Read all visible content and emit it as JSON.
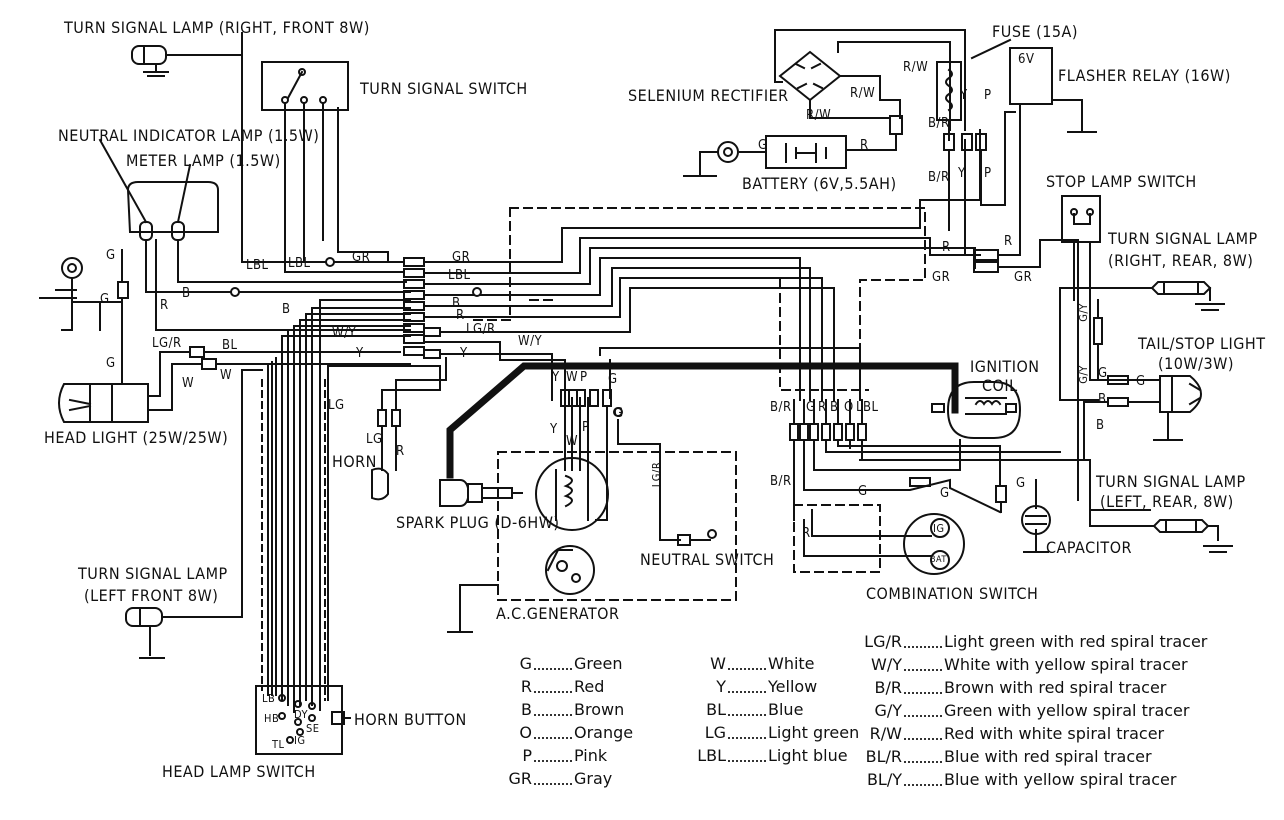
{
  "labels": {
    "turn_signal_right_front": "TURN SIGNAL LAMP (RIGHT, FRONT 8W)",
    "turn_signal_switch": "TURN SIGNAL SWITCH",
    "neutral_indicator_lamp": "NEUTRAL INDICATOR LAMP (1.5W)",
    "meter_lamp": "METER LAMP (1.5W)",
    "selenium_rectifier": "SELENIUM RECTIFIER",
    "fuse": "FUSE (15A)",
    "flasher_voltage": "6V",
    "flasher_relay": "FLASHER RELAY (16W)",
    "battery": "BATTERY (6V,5.5AH)",
    "stop_lamp_switch": "STOP LAMP SWITCH",
    "turn_signal_right_rear_1": "TURN SIGNAL LAMP",
    "turn_signal_right_rear_2": "(RIGHT, REAR, 8W)",
    "tail_stop_light_1": "TAIL/STOP LIGHT",
    "tail_stop_light_2": "(10W/3W)",
    "ignition_coil_1": "IGNITION",
    "ignition_coil_2": "COIL",
    "head_light": "HEAD LIGHT (25W/25W)",
    "horn": "HORN",
    "spark_plug": "SPARK PLUG (D-6HW)",
    "neutral_switch": "NEUTRAL SWITCH",
    "turn_signal_left_rear_1": "TURN SIGNAL LAMP",
    "turn_signal_left_rear_2": "(LEFT, REAR, 8W)",
    "capacitor": "CAPACITOR",
    "turn_signal_left_front_1": "TURN SIGNAL LAMP",
    "turn_signal_left_front_2": "(LEFT FRONT 8W)",
    "ac_generator": "A.C.GENERATOR",
    "combination_switch": "COMBINATION SWITCH",
    "horn_button": "HORN BUTTON",
    "head_lamp_switch": "HEAD LAMP  SWITCH"
  },
  "wire_tags": {
    "gr": "GR",
    "lbl": "LBL",
    "g": "G",
    "b": "B",
    "r": "R",
    "w": "W",
    "y": "Y",
    "p": "P",
    "wy": "W/Y",
    "lgr": "LG/R",
    "bl": "BL",
    "lg": "LG",
    "rw": "R/W",
    "br": "B/R",
    "gy": "G/Y",
    "o": "O"
  },
  "terminal_tags": {
    "lb": "LB",
    "hb": "HB",
    "tl": "TL",
    "dy": "DY",
    "ig": "IG",
    "se": "SE",
    "ig_sw": "IG",
    "bat_sw": "BAT"
  },
  "legend_left": [
    {
      "code": "G",
      "meaning": "Green"
    },
    {
      "code": "R",
      "meaning": "Red"
    },
    {
      "code": "B",
      "meaning": "Brown"
    },
    {
      "code": "O",
      "meaning": "Orange"
    },
    {
      "code": "P",
      "meaning": "Pink"
    },
    {
      "code": "GR",
      "meaning": "Gray"
    }
  ],
  "legend_middle": [
    {
      "code": "W",
      "meaning": "White"
    },
    {
      "code": "Y",
      "meaning": "Yellow"
    },
    {
      "code": "BL",
      "meaning": "Blue"
    },
    {
      "code": "LG",
      "meaning": "Light green"
    },
    {
      "code": "LBL",
      "meaning": "Light blue"
    }
  ],
  "legend_right": [
    {
      "code": "LG/R",
      "meaning": "Light green with red spiral tracer"
    },
    {
      "code": "W/Y",
      "meaning": "White with yellow spiral tracer"
    },
    {
      "code": "B/R",
      "meaning": "Brown with red spiral tracer"
    },
    {
      "code": "G/Y",
      "meaning": "Green with yellow spiral tracer"
    },
    {
      "code": "R/W",
      "meaning": "Red with white spiral tracer"
    },
    {
      "code": "BL/R",
      "meaning": "Blue with red spiral tracer"
    },
    {
      "code": "BL/Y",
      "meaning": "Blue with yellow spiral tracer"
    }
  ],
  "colors": {
    "ink": "#111111",
    "background": "#ffffff"
  }
}
